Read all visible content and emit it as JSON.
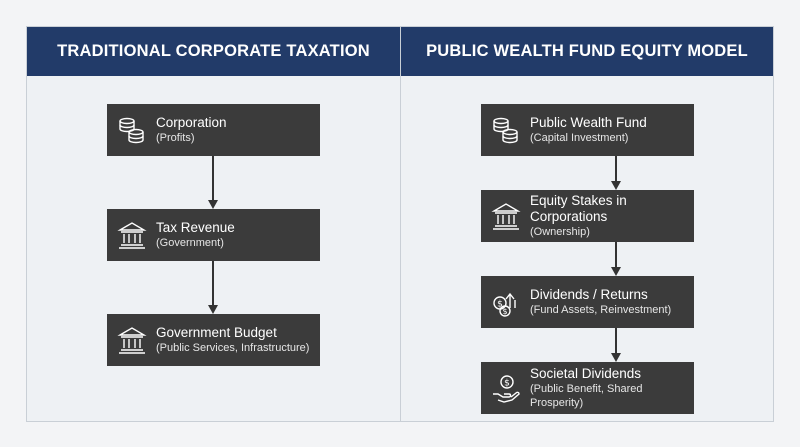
{
  "colors": {
    "header_bg": "#223b69",
    "box_bg": "#3b3b3b",
    "panel_bg": "#eef1f4",
    "arrow": "#333333"
  },
  "left": {
    "title": "TRADITIONAL CORPORATE TAXATION",
    "boxes": [
      {
        "icon": "coins-icon",
        "title": "Corporation",
        "subtitle": "(Profits)"
      },
      {
        "icon": "bank-icon",
        "title": "Tax Revenue",
        "subtitle": "(Government)"
      },
      {
        "icon": "bank-icon",
        "title": "Government Budget",
        "subtitle": "(Public Services, Infrastructure)"
      }
    ]
  },
  "right": {
    "title": "PUBLIC WEALTH FUND EQUITY MODEL",
    "boxes": [
      {
        "icon": "coins-icon",
        "title": "Public Wealth Fund",
        "subtitle": "(Capital Investment)"
      },
      {
        "icon": "bank-icon",
        "title": "Equity Stakes in Corporations",
        "subtitle": "(Ownership)"
      },
      {
        "icon": "dollar-growth-icon",
        "title": "Dividends / Returns",
        "subtitle": "(Fund Assets, Reinvestment)"
      },
      {
        "icon": "hand-coin-icon",
        "title": "Societal Dividends",
        "subtitle": "(Public Benefit, Shared Prosperity)"
      }
    ]
  }
}
